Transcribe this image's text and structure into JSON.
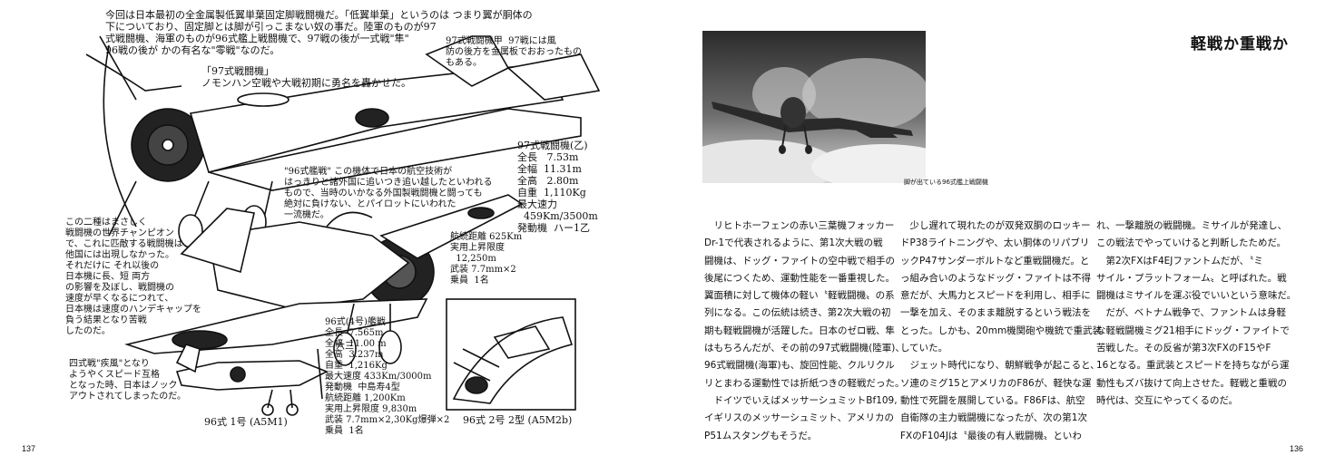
{
  "left_page": {
    "page_number": "137",
    "notes": {
      "intro": "今回は日本最初の全金属製低翼単葉固定脚戦闘機だ。「低翼単葉」というのは つまり翼が胴体の\n下についており、固定脚とは脚が引っこまない奴の事だ。陸軍のものが97\n式戦闘機、海軍のものが96式艦上戦闘機で、97戦の後が一式戦\"隼\"\n96戦の後が かの有名な\"零戦\"なのだ。",
      "ki27": "「97式戦闘機」\nノモンハン空戦や大戦初期に勇名を轟かせた。",
      "ki27_variant": "97式戦闘機甲  97戦には風\n防の後方を金属板でおおったものもある。",
      "a5m_note": "\"96式艦戦\" この機体で日本の航空技術が\nはっきりと諸外国に追いつき追い越したといわれる\nもので、当時のいかなる外国製戦闘機と闘っても\n絶対に負けない、とパイロットにいわれた\n一流機だ。",
      "champions": "この二種はまさしく\n戦闘機の世界チャンピオン\nで、これに匹敵する戦闘機は\n他国には出現しなかった。\nそれだけに それ以後の\n日本機に長、短 両方\nの影響を及ぼし、戦闘機の\n速度が早くなるにつれて、\n日本機は速度のハンデキャップを\n負う結果となり苦戦\nしたのだ。",
      "reppu": "四式戦\"疾風\"となり\nようやくスピード互格\nとなった時、日本はノック\nアウトされてしまったのだ。"
    },
    "specs_ki27": "97式戦闘機(乙)\n全長   7.53m\n全幅  11.31m\n全高   2.80m\n自重  1,110Kg\n最大速力\n  459Km/3500m\n発動機  ハー1乙",
    "specs_ki27_2": "航続距離 625Km\n実用上昇限度\n  12,250m\n武装 7.7mm×2\n乗員  1名",
    "specs_a5m": "96式(4号)艦戦\n全長  7.565m\n全幅  11.00 m\n全高  3.237m\n自重  1,216Kg\n最大速度 433Km/3000m\n発動機  中島寿4型\n航続距離 1,200Km\n実用上昇限度 9,830m\n武装 7.7mm×2,30Kg爆弾×2\n乗員  1名",
    "label_a5m1": "96式 1号 (A5M1)",
    "label_a5m2b": "96式 2号 2型 (A5M2b)"
  },
  "right_page": {
    "page_number": "136",
    "title": "軽戦か重戦か",
    "photo_caption": "脚が出ている96式艦上戦闘機",
    "columns": [
      "　リヒトホーフェンの赤い三葉機フォッカー\nDr-1で代表されるように、第1次大戦の戦\n闘機は、ドッグ・ファイトの空中戦で相手の\n後尾につくため、運動性能を一番重視した。\n翼面積に対して機体の軽い〝軽戦闘機〟の系\n列になる。この伝統は続き、第2次大戦の初\n期も軽戦闘機が活躍した。日本のゼロ戦、隼\nはもちろんだが、その前の97式戦闘機(陸軍)、\n96式戦闘機(海軍)も、旋回性能、クルリクル\nリとまわる運動性では折紙つきの軽戦だった。\n　ドイツでいえばメッサーシュミットBf109,\nイギリスのメッサーシュミット、アメリカの\nP51ムスタングもそうだ。",
      "　少し遅れて現れたのが双発双胴のロッキー\nドP38ライトニングや、太い胴体のリパブリ\nックP47サンダーボルトなど重戦闘機だ。と\nっ組み合いのようなドッグ・ファイトは不得\n意だが、大馬力とスピードを利用し、相手に\n一撃を加え、そのまま離脱するという戦法を\nとった。しかも、20mm機関砲や機銃で重武装\nしていた。\n　ジェット時代になり、朝鮮戦争が起こると、\nソ連のミグ15とアメリカのF86が、軽快な運\n動性で死闘を展開している。F86Fは、航空\n自衛隊の主力戦闘機になったが、次の第1次\nFXのF104Jは〝最後の有人戦闘機〟といわ",
      "れ、一撃離脱の戦闘機。ミサイルが発達し、\nこの戦法でやっていけると判断したためだ。\n　第2次FXはF4EJファントムだが、〝ミ\nサイル・プラットフォーム〟と呼ばれた。戦\n闘機はミサイルを運ぶ役でいいという意味だ。\n　だが、ベトナム戦争で、ファントムは身軽\nな軽戦闘機ミグ21相手にドッグ・ファイトで\n苦戦した。その反省が第3次FXのF15やF\n16となる。重武装とスピードを持ちながら運\n動性もズバ抜けて向上させた。軽戦と重戦の\n時代は、交互にやってくるのだ。"
    ]
  }
}
